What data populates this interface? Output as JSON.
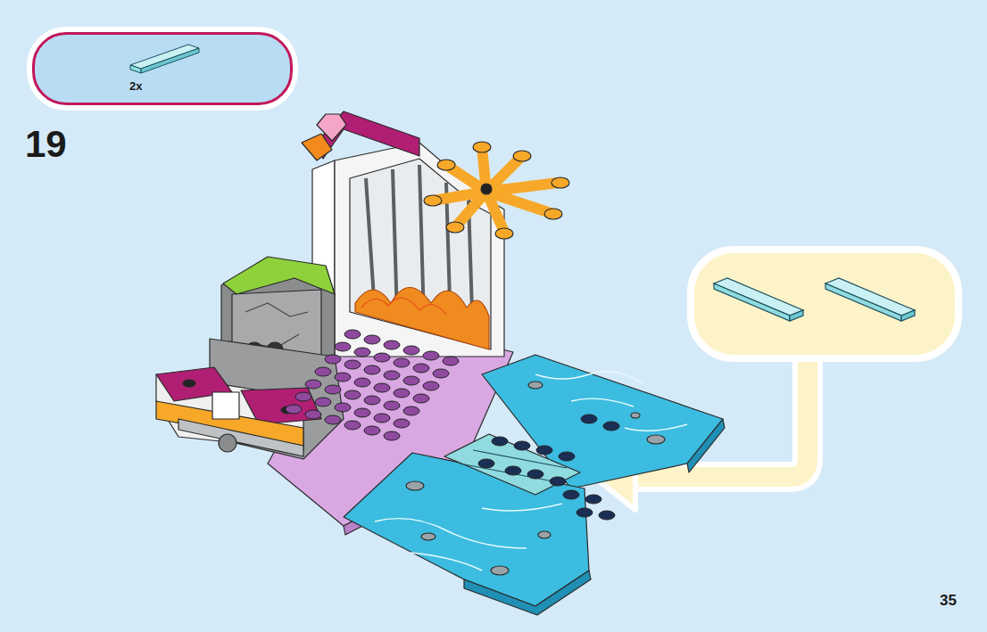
{
  "diagram": {
    "nodes": [
      {
        "text": [
          "2x"
        ]
      }
    ],
    "labels": [
      "19",
      "35"
    ]
  }
}
